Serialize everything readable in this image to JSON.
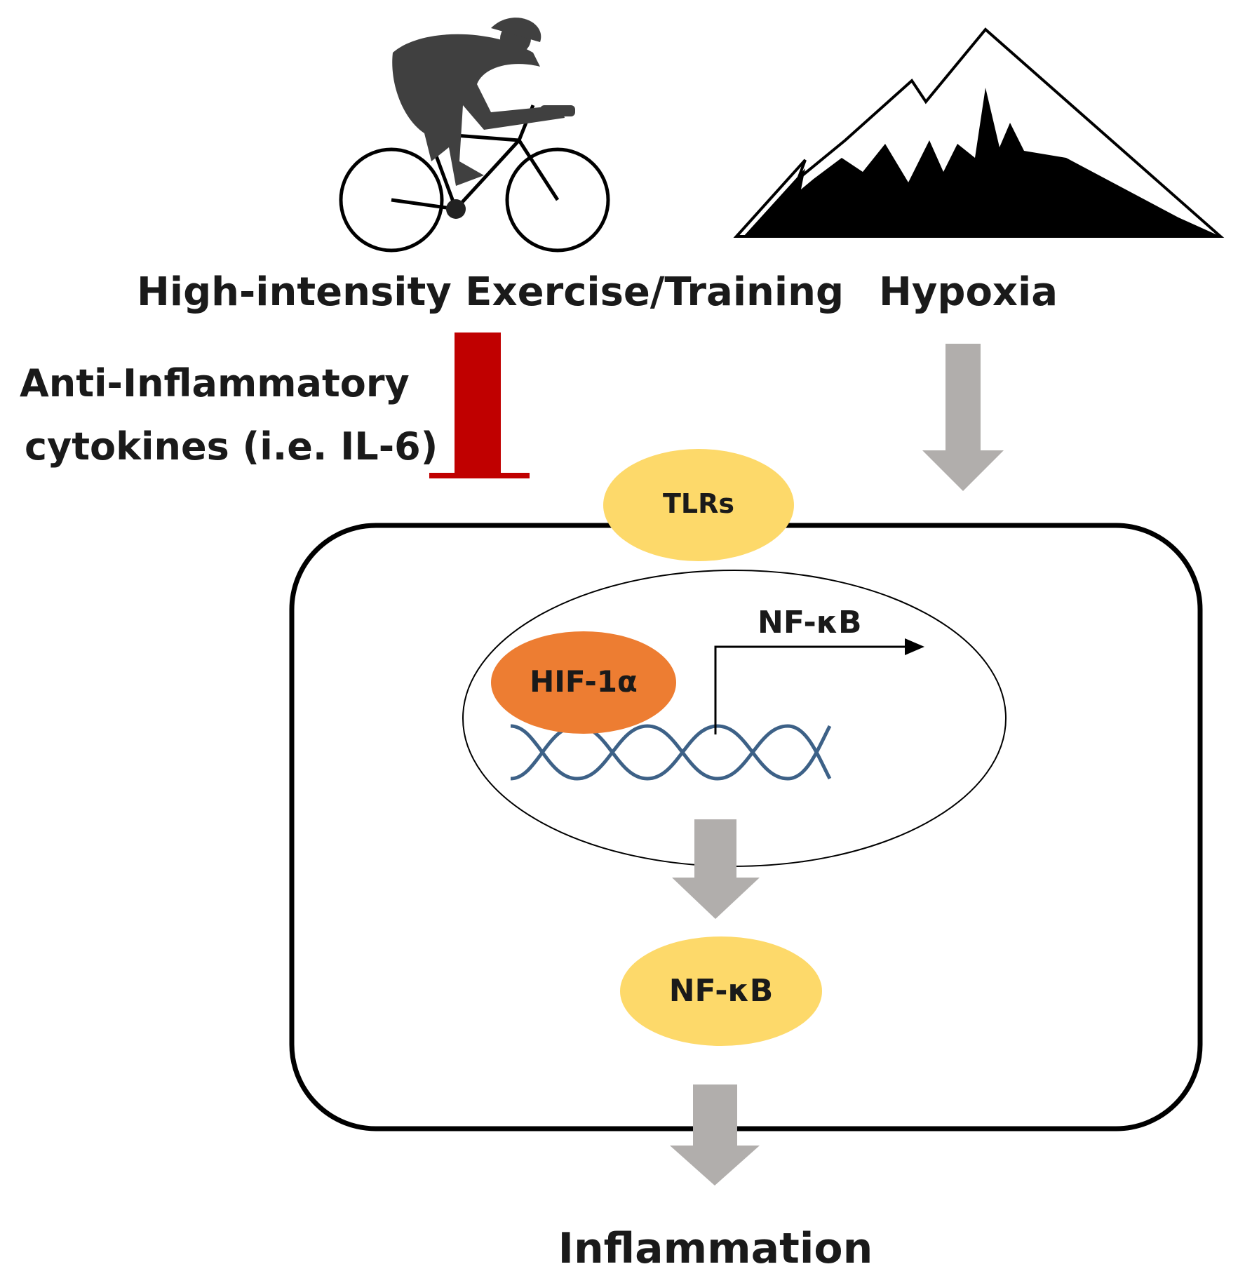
{
  "labels": {
    "exercise": "High-intensity Exercise/Training",
    "hypoxia": "Hypoxia",
    "anti_inflammatory_line1": "Anti-Inflammatory",
    "anti_inflammatory_line2": "cytokines (i.e. IL-6)",
    "tlrs": "TLRs",
    "hif": "HIF-1α",
    "nfkb_gene": "NF-κB",
    "nfkb_protein": "NF-κB",
    "inflammation": "Inflammation"
  },
  "colors": {
    "inhibit": "#c00000",
    "arrow": "#b1aeac",
    "yellow": "#fdd96a",
    "orange": "#ed7d32",
    "dna": "#3d6187",
    "cyclist": "#404040"
  },
  "icons": {
    "cyclist": "cyclist-icon",
    "mountain": "mountain-icon",
    "dna": "dna-helix-icon"
  }
}
